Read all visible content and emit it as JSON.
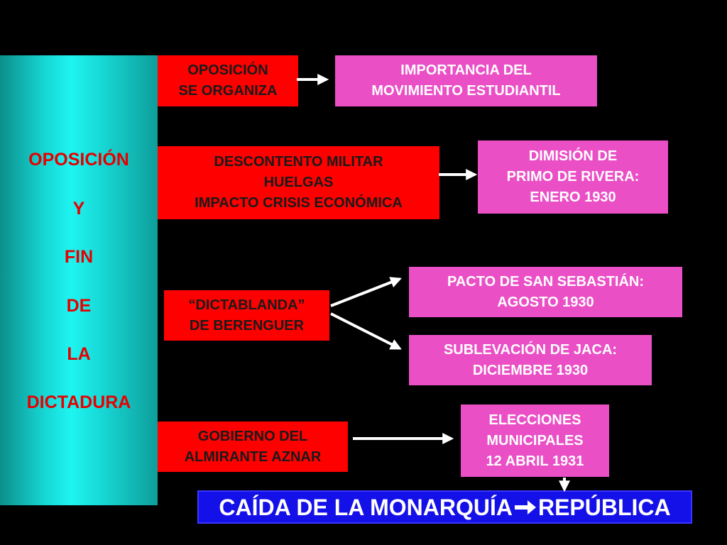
{
  "side_panel": {
    "lines": [
      "OPOSICIÓN",
      "Y",
      "FIN",
      "DE",
      "LA",
      "DICTADURA"
    ]
  },
  "boxes": {
    "oposicion": [
      "OPOSICIÓN",
      "SE ORGANIZA"
    ],
    "estudiantil": [
      "IMPORTANCIA DEL",
      "MOVIMIENTO ESTUDIANTIL"
    ],
    "descontento": [
      "DESCONTENTO MILITAR",
      "HUELGAS",
      "IMPACTO CRISIS ECONÓMICA"
    ],
    "dimision": [
      "DIMISIÓN DE",
      "PRIMO DE RIVERA:",
      "ENERO 1930"
    ],
    "dictablanda": [
      "“DICTABLANDA”",
      "DE BERENGUER"
    ],
    "pacto": [
      "PACTO DE SAN SEBASTIÁN:",
      "AGOSTO 1930"
    ],
    "jaca": [
      "SUBLEVACIÓN DE JACA:",
      "DICIEMBRE 1930"
    ],
    "aznar": [
      "GOBIERNO DEL",
      "ALMIRANTE AZNAR"
    ],
    "elecciones": [
      "ELECCIONES",
      "MUNICIPALES",
      "12 ABRIL 1931"
    ]
  },
  "final": {
    "left": "CAÍDA DE LA MONARQUÍA",
    "right": "REPÚBLICA"
  },
  "colors": {
    "background": "#000000",
    "panel": "#1ff4f1",
    "red_box": "#ff0000",
    "pink_box": "#ea4fc6",
    "final_box": "#1410e8",
    "arrow": "#ffffff"
  }
}
